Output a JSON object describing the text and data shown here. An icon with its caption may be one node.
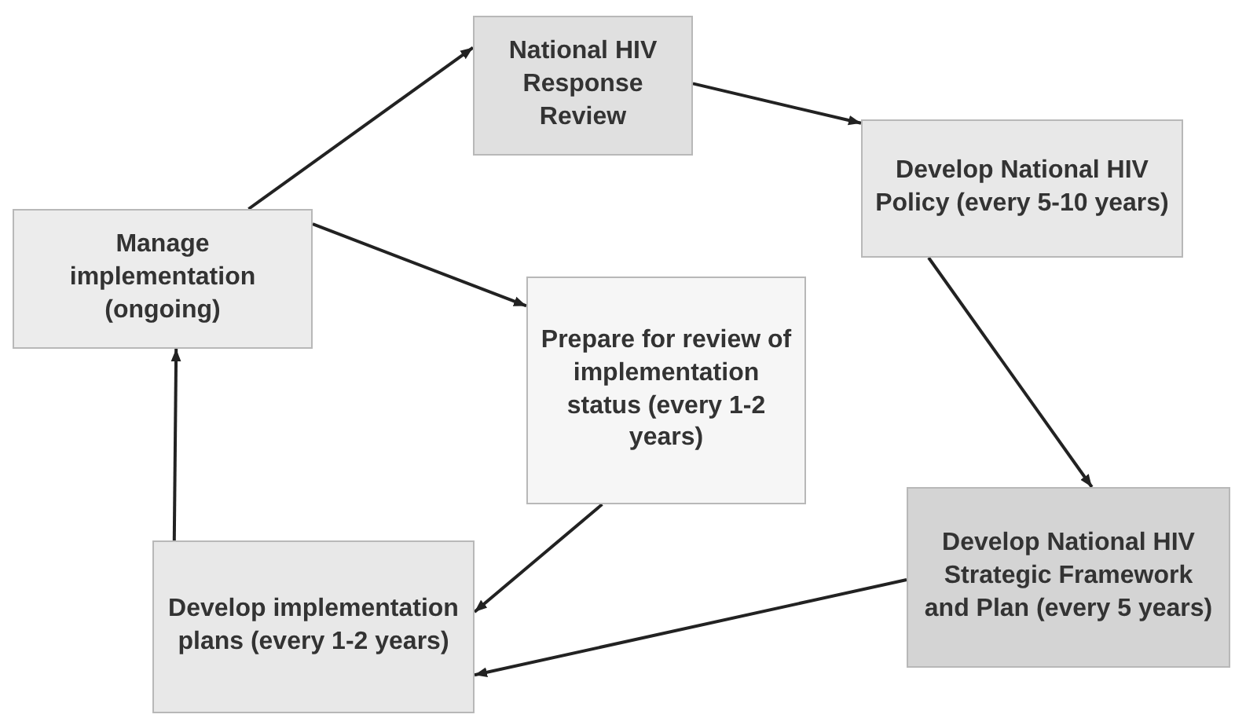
{
  "diagram": {
    "nodes": [
      {
        "text": [
          "Manage implementation (ongoing)"
        ]
      },
      {
        "text": [
          "National HIV Response Review"
        ]
      },
      {
        "text": [
          "Develop National HIV Policy (every 5-10 years)"
        ]
      },
      {
        "text": [
          "Prepare for review of implementation status (every 1-2 years)"
        ]
      },
      {
        "text": [
          "Develop National HIV Strategic Framework and Plan (every 5 years)"
        ]
      },
      {
        "text": [
          "Develop implementation plans (every 1-2 years)"
        ]
      }
    ],
    "edges": [
      {
        "from": 0,
        "to": 1,
        "arrow": "to"
      },
      {
        "from": 1,
        "to": 2,
        "arrow": "to"
      },
      {
        "from": 2,
        "to": 4,
        "arrow": "to"
      },
      {
        "from": 4,
        "to": 5,
        "arrow": "to"
      },
      {
        "from": 3,
        "to": 5,
        "arrow": "to"
      },
      {
        "from": 5,
        "to": 0,
        "arrow": "to"
      },
      {
        "from": 0,
        "to": 3,
        "arrow": "to"
      }
    ]
  }
}
